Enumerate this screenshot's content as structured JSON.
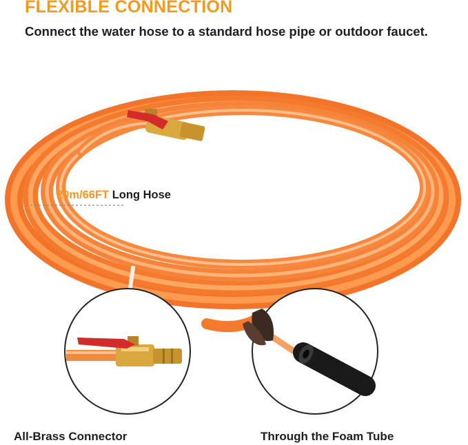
{
  "heading": {
    "title": "FLEXIBLE CONNECTION",
    "description": "Connect the water hose to a standard hose pipe or outdoor faucet."
  },
  "hose_label": {
    "length": "20m/66FT",
    "suffix": " Long Hose"
  },
  "captions": {
    "left": "All-Brass Connector",
    "right": "Through the Foam Tube"
  },
  "colors": {
    "accent": "#F39A1D",
    "hose": "#FF8C3A",
    "hose_light": "#FFB37A",
    "text": "#1E1E1E",
    "brass": "#D9A93F",
    "valve_handle": "#D42A2A",
    "foam_tube": "#1A1A1A"
  },
  "icons": {
    "hose_coil": "hose-coil-illustration",
    "brass_valve": "brass-valve-illustration",
    "foam_tube": "foam-tube-illustration"
  }
}
